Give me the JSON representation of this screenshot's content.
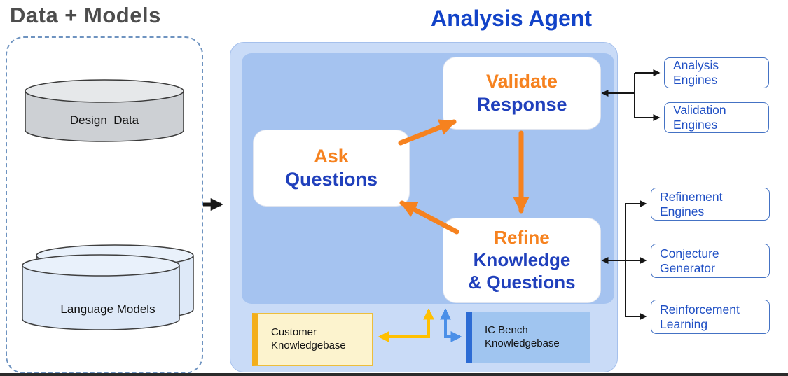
{
  "titles": {
    "left": "Data + Models",
    "right": "Analysis Agent"
  },
  "data_models": {
    "design_data": "Design  Data",
    "language_models": "Language Models"
  },
  "agent_loop": {
    "validate_response": {
      "line1": "Validate",
      "line2": "Response"
    },
    "ask_questions": {
      "line1": "Ask",
      "line2": "Questions"
    },
    "refine_knowledge": {
      "line1": "Refine",
      "line2": "Knowledge",
      "line3": "& Questions"
    }
  },
  "knowledgebases": {
    "customer": {
      "line1": "Customer",
      "line2": "Knowledgebase"
    },
    "ic_bench": {
      "line1": "IC Bench",
      "line2": "Knowledgebase"
    }
  },
  "engines": [
    {
      "line1": "Analysis",
      "line2": "Engines"
    },
    {
      "line1": "Validation",
      "line2": "Engines"
    },
    {
      "line1": "Refinement",
      "line2": "Engines"
    },
    {
      "line1": "Conjecture",
      "line2": "Generator"
    },
    {
      "line1": "Reinforcement",
      "line2": "Learning"
    }
  ],
  "colors": {
    "orange_accent": "#f6821f",
    "blue_heading": "#2040bc",
    "title_blue": "#1243c8",
    "title_gray": "#4d4d4d",
    "outer_panel_fill": "#c9dbf7",
    "inner_panel_fill": "#a5c3f0",
    "engine_border": "#4472c4",
    "engine_text": "#1f4fc4",
    "yellow_arrow": "#ffc000",
    "blue_arrow": "#4a8fe8",
    "kb_customer_fill": "#fcf3ce",
    "kb_customer_bar": "#f3ae1b",
    "kb_icbench_fill": "#a0c5f0",
    "kb_icbench_bar": "#2c6bd4"
  }
}
